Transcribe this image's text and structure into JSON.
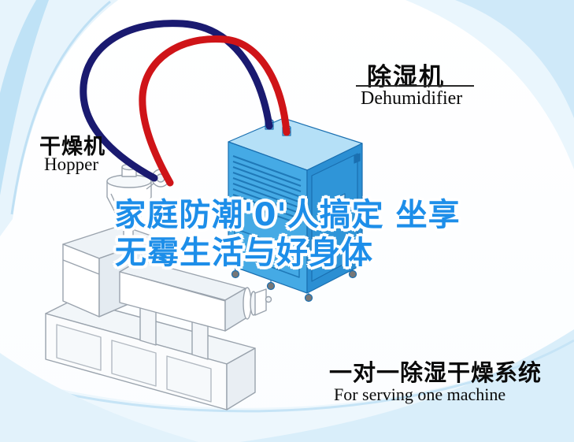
{
  "colors": {
    "headline_blue": "#1d8ee9",
    "pipe_blue": "#1a1a70",
    "pipe_red": "#cf1418",
    "machine_front_blue": "#45aae5",
    "machine_side_blue": "#2b8fd3",
    "machine_top_blue": "#b5e0f7",
    "swoosh_light_blue": "#d9eefa"
  },
  "labels": {
    "hopper_zh": "干燥机",
    "hopper_en": "Hopper",
    "dehumidifier_zh": "除湿机",
    "dehumidifier_en": "Dehumidifier"
  },
  "headline": {
    "line1": "家庭防潮'0'人搞定 坐享",
    "line2": "无霉生活与好身体"
  },
  "footer": {
    "title_zh": "一对一除湿干燥系统",
    "subtitle_en": "For serving one machine"
  }
}
